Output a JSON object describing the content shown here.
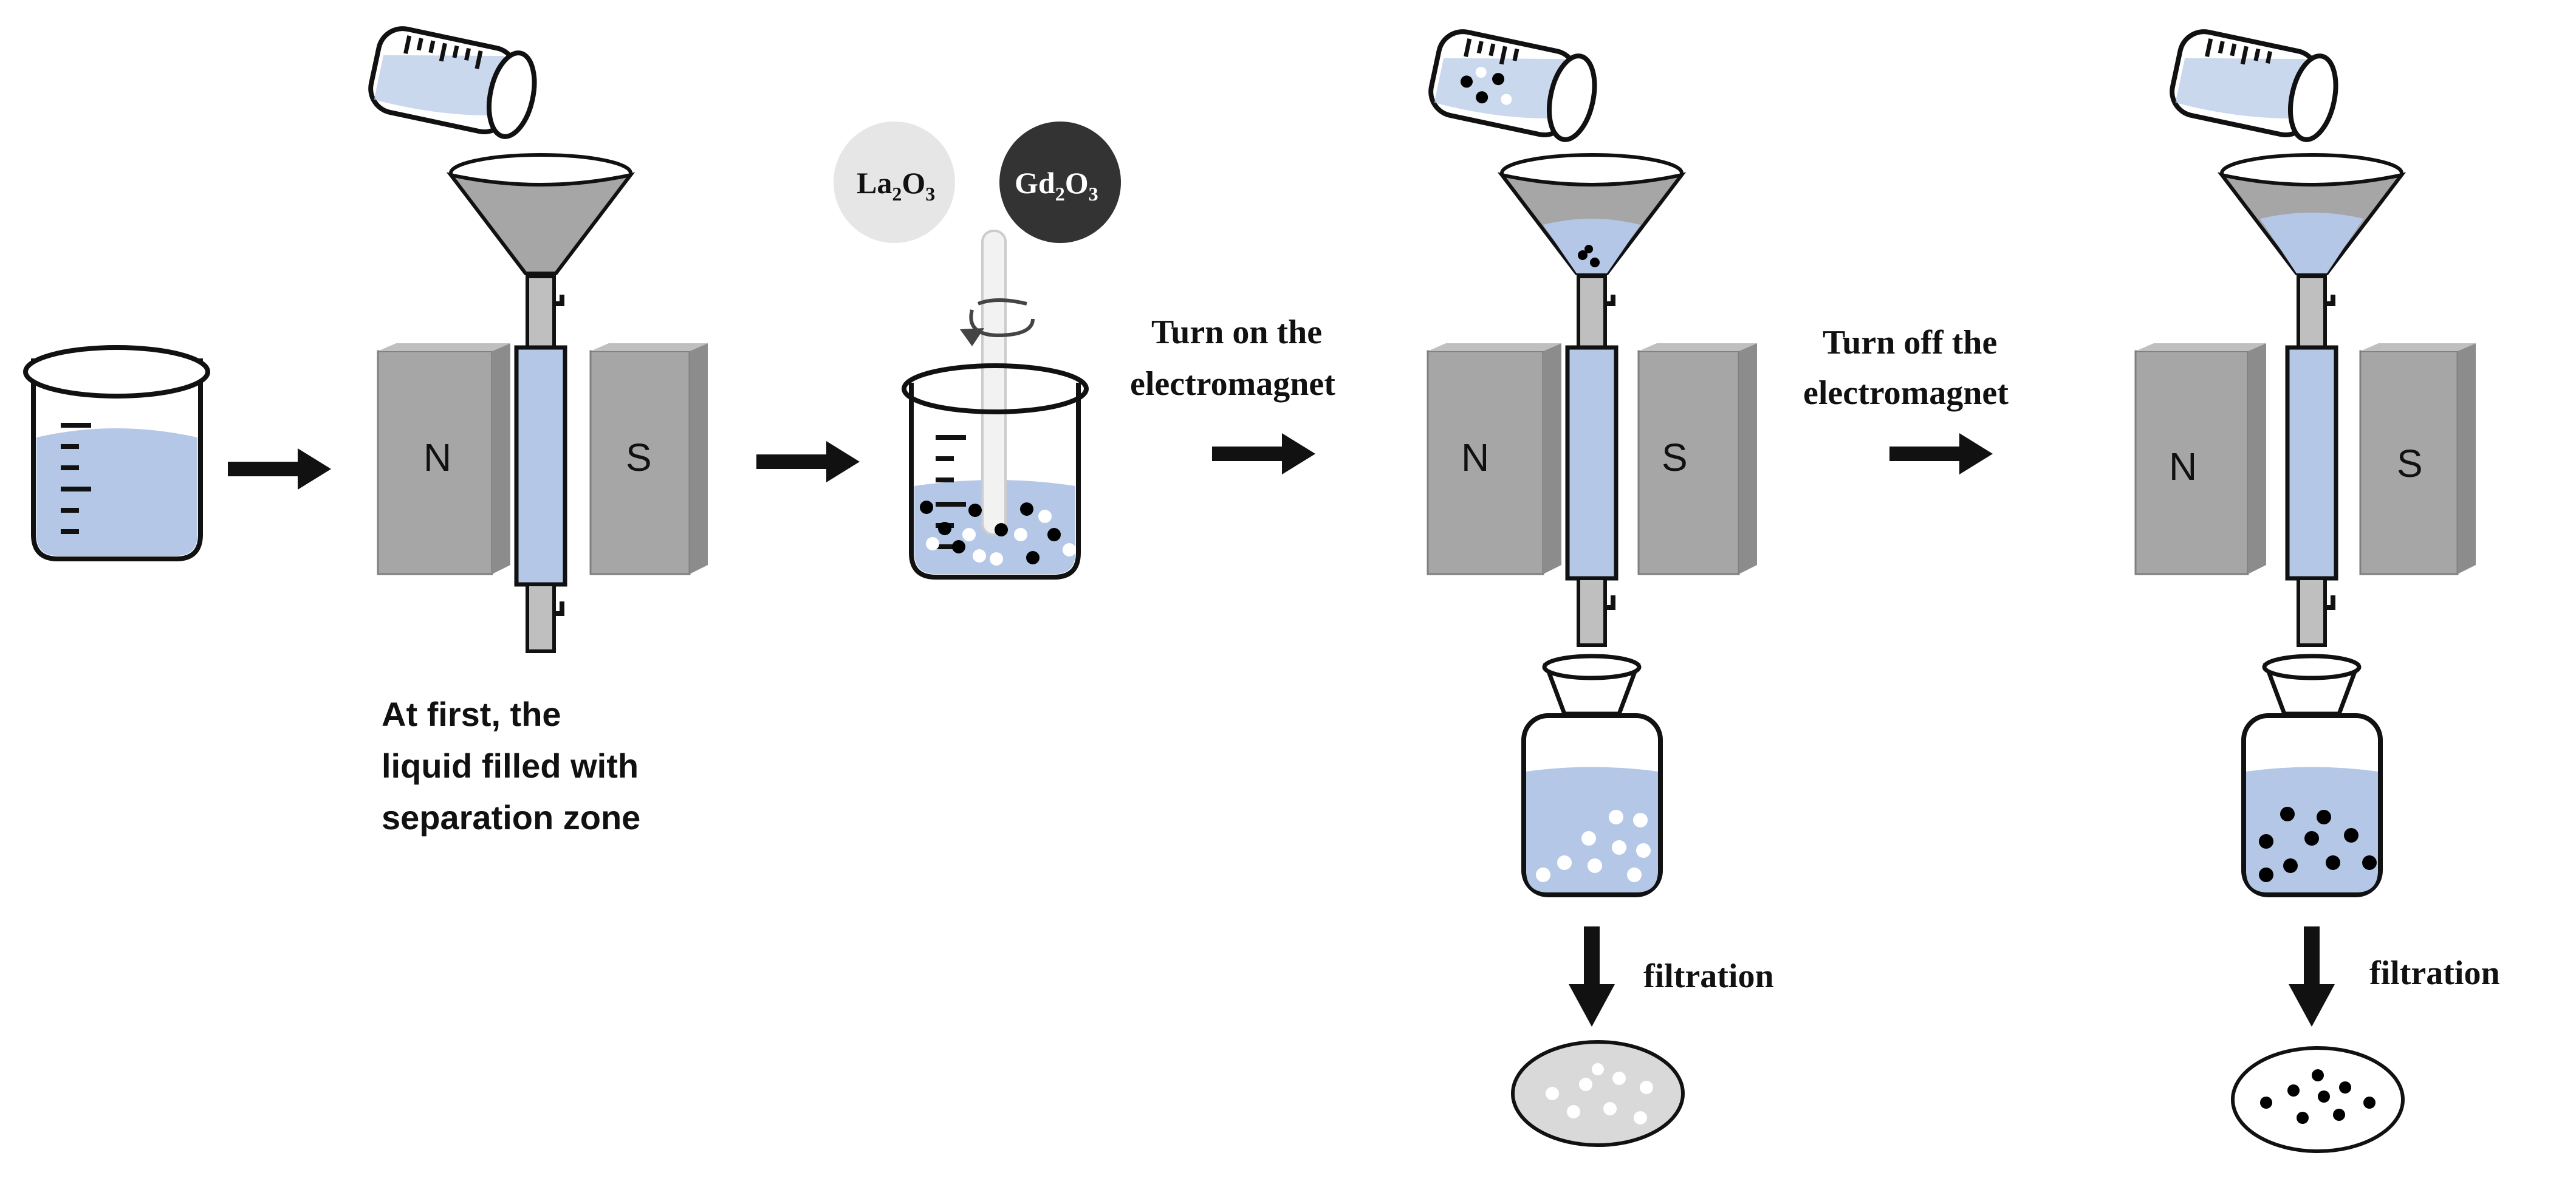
{
  "figure": {
    "note_lines": [
      "At first, the",
      "liquid filled with",
      "separation zone"
    ],
    "chem_la": {
      "base": "La",
      "sub1": "2",
      "o": "O",
      "sub2": "3"
    },
    "chem_gd": {
      "base": "Gd",
      "sub1": "2",
      "o": "O",
      "sub2": "3"
    },
    "step_on": [
      "Turn on the",
      "electromagnet"
    ],
    "step_off": [
      "Turn off the",
      "electromagnet"
    ],
    "pole_n": "N",
    "pole_s": "S",
    "filtration": "filtration"
  },
  "colors": {
    "liquid": "#b4c7e7",
    "magnet": "#a6a6a6",
    "outline": "#111111",
    "la2o3_particle": "#ffffff",
    "gd2o3_particle": "#000000"
  }
}
